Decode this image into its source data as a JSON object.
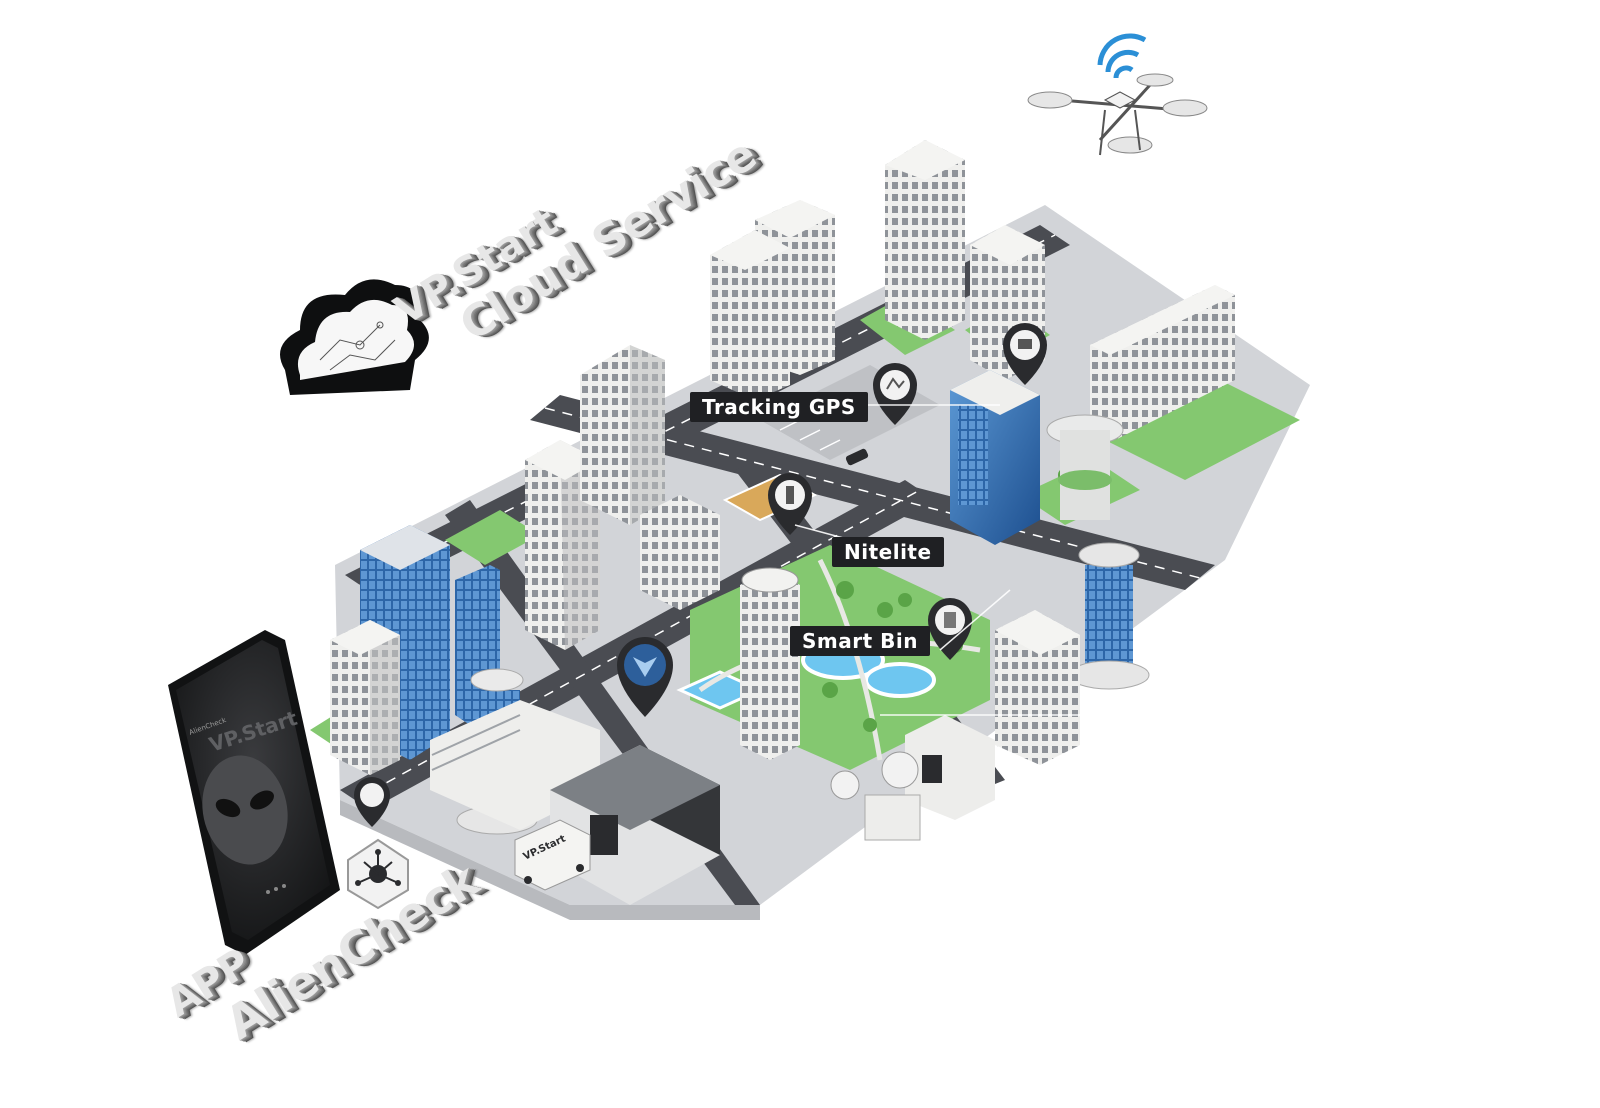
{
  "cloud": {
    "line1": "VP.Start",
    "line2": "Cloud Service"
  },
  "app": {
    "line1": "APP",
    "line2": "AlienCheck"
  },
  "labels": {
    "tracking_gps": "Tracking GPS",
    "nitelite": "Nitelite",
    "smart_bin": "Smart Bin"
  },
  "phone": {
    "brand_text": "VP.Start",
    "app_name": "AlienCheck"
  },
  "truck_text": "VP.Start",
  "colors": {
    "road": "#4a4c52",
    "sidewalk": "#d2d4d8",
    "grass": "#84c870",
    "glass": "#2f6fb3",
    "building": "#f0f0ee",
    "building_side": "#c9c9c7",
    "pin": "#2a2b2e",
    "wifi": "#2b8fd6",
    "water": "#6ec6f0",
    "label_bg": "#1f2023"
  },
  "icons": [
    "cloud-icon",
    "drone-icon",
    "wifi-icon",
    "map-pin-icon",
    "smartphone-icon",
    "alien-head-icon",
    "network-hub-icon"
  ]
}
